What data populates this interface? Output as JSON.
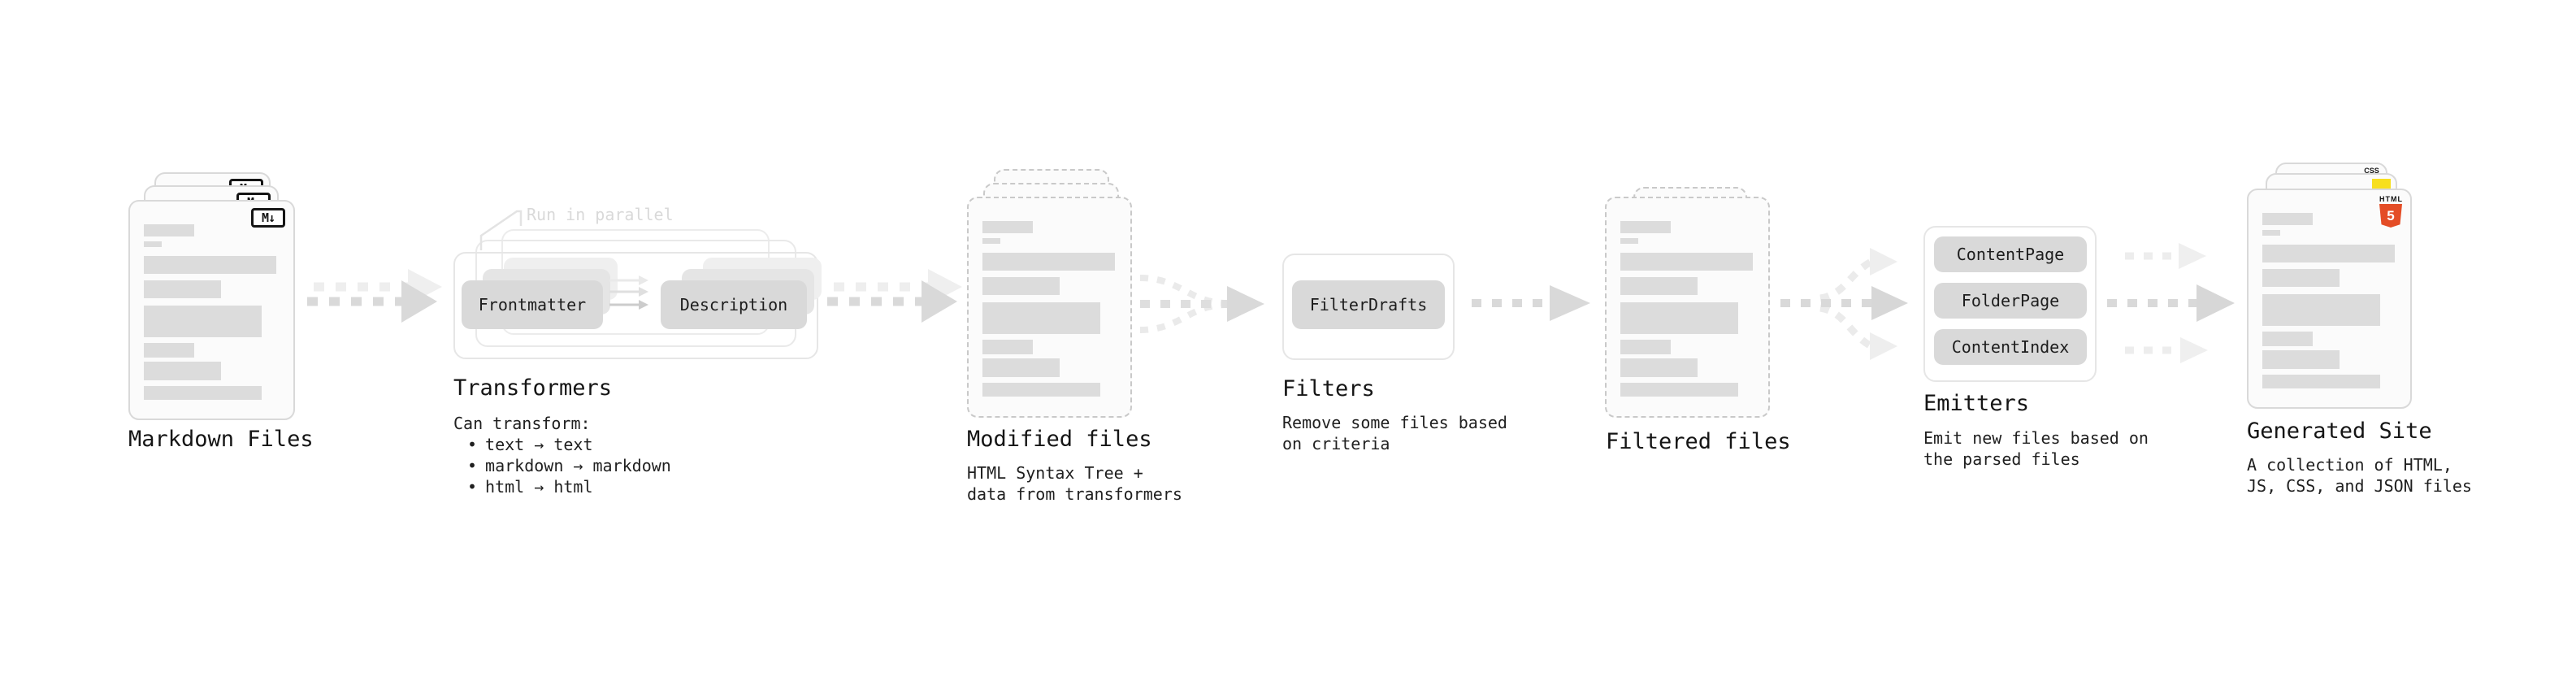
{
  "accents": {
    "html5_orange": "#e44d26",
    "js_yellow": "#f7df1e",
    "css_blue": "#2965f1"
  },
  "stages": {
    "markdown_files": {
      "title": "Markdown Files",
      "badge": "M↓"
    },
    "transformers": {
      "title": "Transformers",
      "annotation": "Run in parallel",
      "nodes": [
        "Frontmatter",
        "Description"
      ],
      "desc_heading": "Can transform:",
      "bullet": "•",
      "bullets": [
        "text → text",
        "markdown → markdown",
        "html → html"
      ]
    },
    "modified_files": {
      "title": "Modified files",
      "desc": [
        "HTML Syntax Tree +",
        "data from transformers"
      ]
    },
    "filters": {
      "title": "Filters",
      "nodes": [
        "FilterDrafts"
      ],
      "desc": [
        "Remove some files based",
        "on criteria"
      ]
    },
    "filtered_files": {
      "title": "Filtered files"
    },
    "emitters": {
      "title": "Emitters",
      "nodes": [
        "ContentPage",
        "FolderPage",
        "ContentIndex"
      ],
      "desc": [
        "Emit new files based on",
        "the parsed files"
      ]
    },
    "generated_site": {
      "title": "Generated Site",
      "badges": {
        "html_label": "HTML",
        "html_number": "5",
        "css": "CSS"
      },
      "desc": [
        "A collection of HTML,",
        "JS, CSS, and JSON files"
      ]
    }
  }
}
